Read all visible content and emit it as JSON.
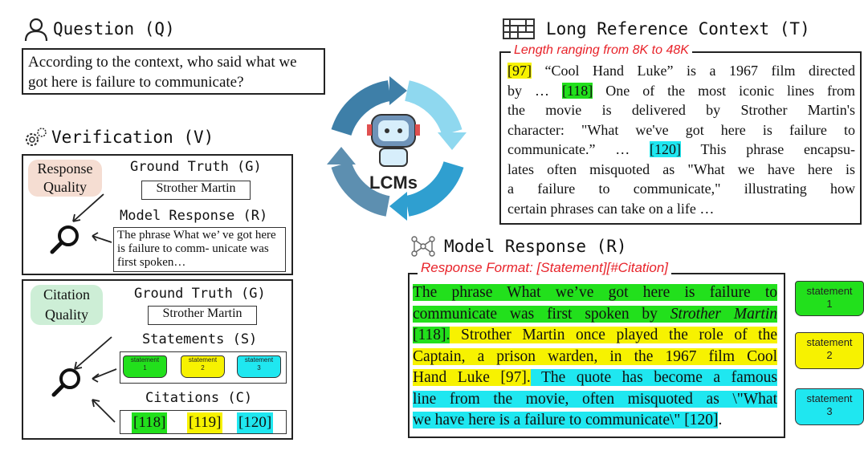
{
  "question": {
    "title": "Question (Q)",
    "text": "According to the context, who said what we got here is failure to communicate?"
  },
  "verification": {
    "title": "Verification (V)",
    "response_quality": {
      "label_line1": "Response",
      "label_line2": "Quality",
      "gt_title": "Ground Truth (G)",
      "gt_value": "Strother Martin",
      "mr_title": "Model Response (R)",
      "mr_text": "The phrase What we’ ve got here is failure to comm- unicate was first spoken…"
    },
    "citation_quality": {
      "label_line1": "Citation",
      "label_line2": "Quality",
      "gt_title": "Ground Truth (G)",
      "gt_value": "Strother Martin",
      "statements_title": "Statements (S)",
      "citations_title": "Citations (C)",
      "citations": [
        "[118]",
        "[119]",
        "[120]"
      ]
    }
  },
  "center": {
    "label": "LCMs"
  },
  "context": {
    "title": "Long Reference Context (T)",
    "length_note": "Length ranging from 8K to 48K",
    "lines": [
      [
        {
          "t": "[97]",
          "h": "y"
        },
        {
          "t": " “Cool Hand Luke” is a 1967 film directed"
        }
      ],
      [
        {
          "t": "by … "
        },
        {
          "t": "[118]",
          "h": "g"
        },
        {
          "t": " One of the most iconic lines from"
        }
      ],
      [
        {
          "t": "the movie is delivered by Strother Martin's"
        }
      ],
      [
        {
          "t": "character: \"What we've got here is failure to"
        }
      ],
      [
        {
          "t": "communicate.” … "
        },
        {
          "t": "[120]",
          "h": "c"
        },
        {
          "t": " This phrase encapsu-"
        }
      ],
      [
        {
          "t": "lates often misquoted as \"What we have here is"
        }
      ],
      [
        {
          "t": "a failure to communicate,\" illustrating how"
        }
      ],
      [
        {
          "t": "certain phrases can take on a life …"
        }
      ]
    ]
  },
  "model_response": {
    "title": "Model Response (R)",
    "format_note": "Response Format: [Statement][#Citation]",
    "lines": [
      [
        {
          "t": "The phrase What we’ve got here is failure to",
          "h": "g"
        }
      ],
      [
        {
          "t": "communicate was first spoken by ",
          "h": "g"
        },
        {
          "t": "Strother Martin",
          "h": "g",
          "i": true
        }
      ],
      [
        {
          "t": "[118].",
          "h": "g"
        },
        {
          "t": " Strother Martin once played the role of the",
          "h": "y"
        }
      ],
      [
        {
          "t": "Captain, a prison warden, in the 1967 film Cool",
          "h": "y"
        }
      ],
      [
        {
          "t": "Hand Luke [97].",
          "h": "y"
        },
        {
          "t": " The quote has become a famous",
          "h": "c"
        }
      ],
      [
        {
          "t": "line from the movie, often misquoted as \\\"What",
          "h": "c"
        }
      ],
      [
        {
          "t": "we have here is a failure to communicate\\\" [120]",
          "h": "c"
        },
        {
          "t": "."
        }
      ]
    ]
  },
  "statements": [
    {
      "word": "statement",
      "num": "1",
      "color": "#22e01c"
    },
    {
      "word": "statement",
      "num": "2",
      "color": "#f7f200"
    },
    {
      "word": "statement",
      "num": "3",
      "color": "#1fe7f0"
    }
  ],
  "colors": {
    "response_quality_bg": "#f5ddd2",
    "citation_quality_bg": "#cdeed6",
    "format_red": "#e8232a",
    "cycle_dark": "#3e7fa8",
    "cycle_light": "#5cc7e6"
  }
}
